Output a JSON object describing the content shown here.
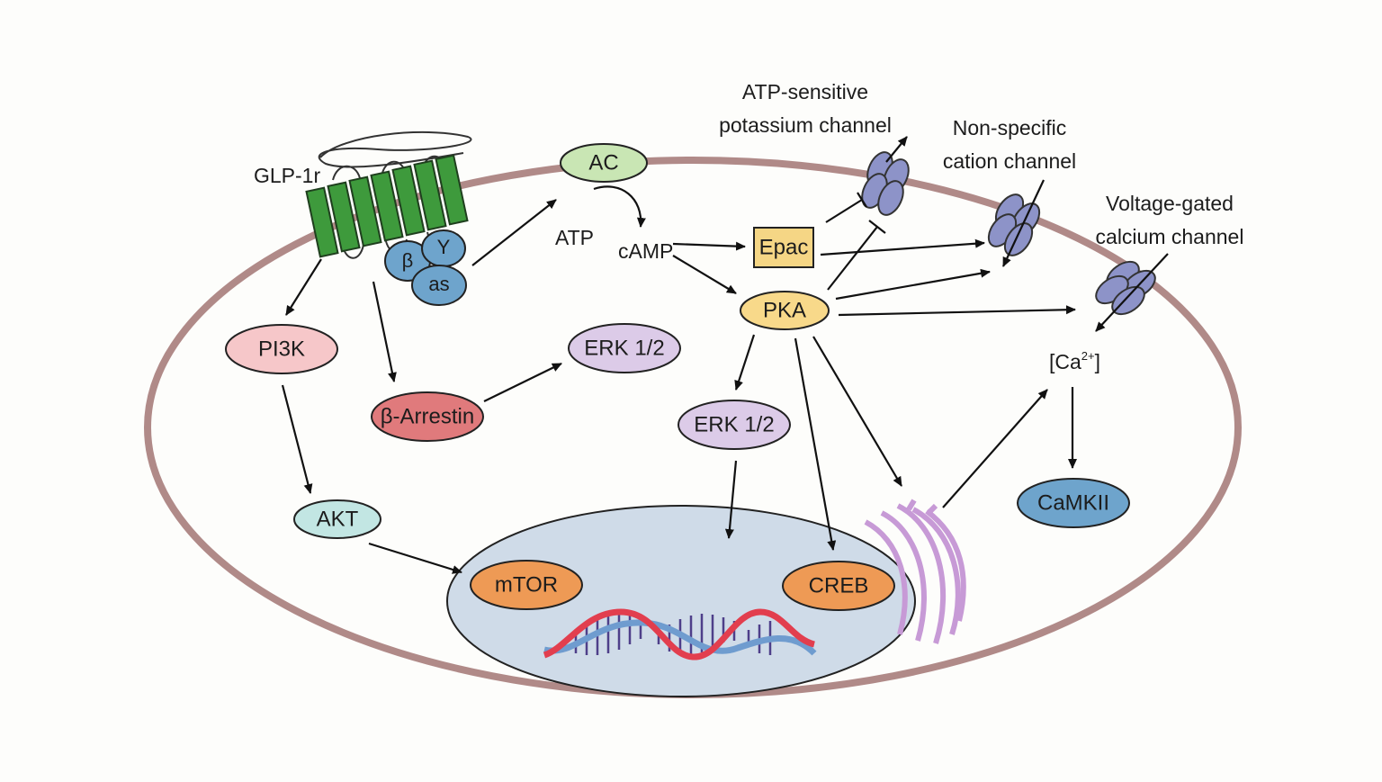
{
  "colors": {
    "membrane": "#b08a88",
    "nucleus_fill": "#cfdbe8",
    "receptor_green": "#3e9a3c",
    "g_protein_blue": "#6ea4cc",
    "channel_purple": "#8d93c8",
    "er_purple": "#c79ad6",
    "dna_red": "#e23e4e",
    "dna_blue": "#6f9ccf",
    "ac_green": "#c9e6b4",
    "epac_yellow": "#f5d685",
    "pka_yellow": "#f8d98a",
    "pi3k_pink": "#f6c7c9",
    "akt_teal": "#c2e6e3",
    "erk_purple": "#dccbe8",
    "arrestin_red": "#e07a7c",
    "orange": "#ee9a55",
    "camkii_blue": "#6ea4cc"
  },
  "labels": {
    "receptor": "GLP-1r",
    "g_beta": "β",
    "g_gamma": "Y",
    "g_alpha": "as",
    "atp": "ATP",
    "camp": "cAMP",
    "calcium": "[Ca",
    "calcium_sup": "2+",
    "calcium_close": "]",
    "katp_line1": "ATP-sensitive",
    "katp_line2": "potassium channel",
    "nonspec_line1": "Non-specific",
    "nonspec_line2": "cation channel",
    "vgcc_line1": "Voltage-gated",
    "vgcc_line2": "calcium channel"
  },
  "nodes": {
    "ac": "AC",
    "epac": "Epac",
    "pka": "PKA",
    "pi3k": "PI3K",
    "arrestin": "β-Arrestin",
    "erk_top": "ERK 1/2",
    "erk_mid": "ERK 1/2",
    "akt": "AKT",
    "mtor": "mTOR",
    "creb": "CREB",
    "camkii": "CaMKII"
  }
}
